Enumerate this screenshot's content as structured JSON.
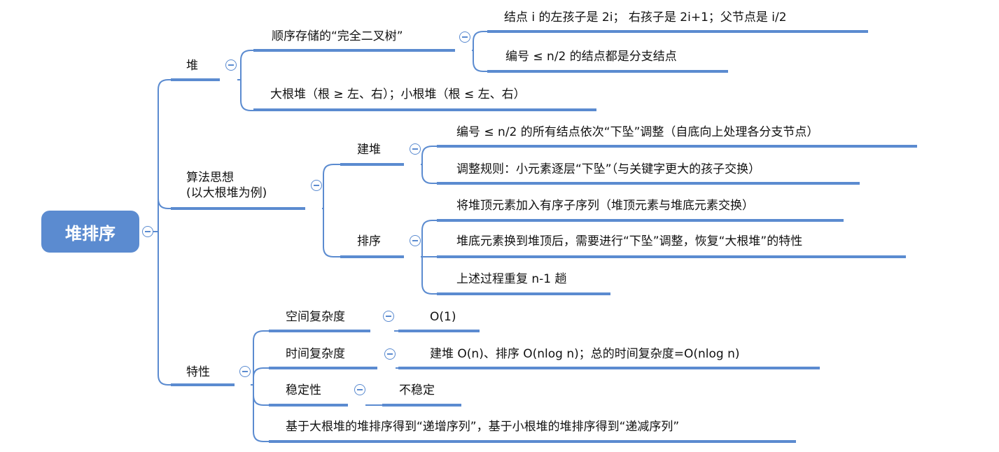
{
  "root": {
    "label": "堆排序"
  },
  "branches": {
    "heap": {
      "label": "堆",
      "storage": {
        "label": "顺序存储的“完全二叉树”",
        "children": [
          "结点 i 的左孩子是 2i； 右孩子是 2i+1；父节点是 i/2",
          "编号 ≤ n/2 的结点都是分支结点"
        ]
      },
      "types": "大根堆（根 ≥ 左、右）；小根堆（根 ≤ 左、右）"
    },
    "algorithm": {
      "label_line1": "算法思想",
      "label_line2": "(以大根堆为例)",
      "build": {
        "label": "建堆",
        "children": [
          "编号 ≤ n/2 的所有结点依次“下坠”调整（自底向上处理各分支节点）",
          "调整规则：小元素逐层“下坠”（与关键字更大的孩子交换）"
        ]
      },
      "sort": {
        "label": "排序",
        "children": [
          "将堆顶元素加入有序子序列（堆顶元素与堆底元素交换）",
          "堆底元素换到堆顶后，需要进行“下坠”调整，恢复“大根堆”的特性",
          "上述过程重复 n-1 趟"
        ]
      }
    },
    "properties": {
      "label": "特性",
      "space": {
        "label": "空间复杂度",
        "value": "O(1)"
      },
      "time": {
        "label": "时间复杂度",
        "value": "建堆 O(n)、排序 O(nlog n)；总的时间复杂度=O(nlog n)"
      },
      "stability": {
        "label": "稳定性",
        "value": "不稳定"
      },
      "order": "基于大根堆的堆排序得到“递增序列”，基于小根堆的堆排序得到“递减序列”"
    }
  },
  "colors": {
    "accent": "#5b8bd0",
    "text": "#111111",
    "background": "#ffffff"
  },
  "icons": {
    "collapse": "collapse-circle-minus-icon"
  }
}
